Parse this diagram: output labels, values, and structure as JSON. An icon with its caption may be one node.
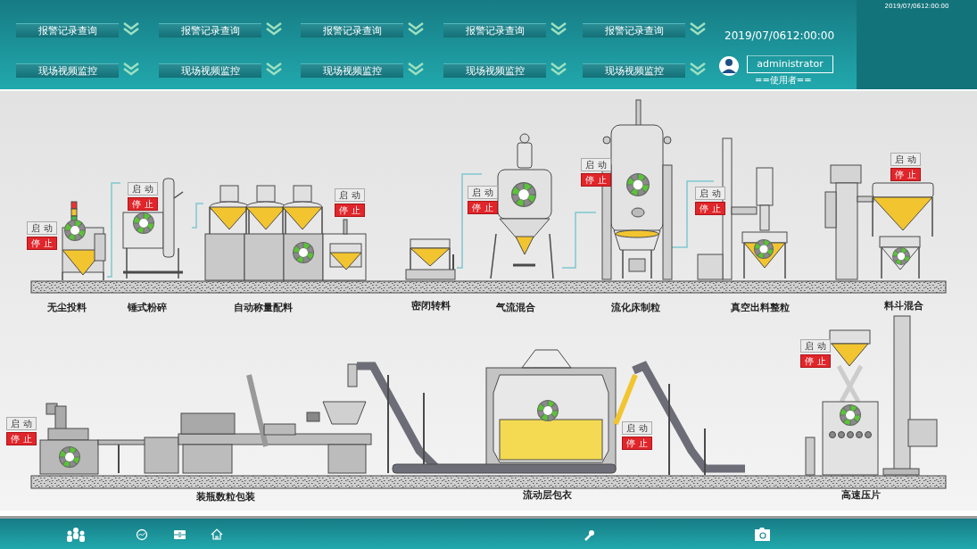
{
  "diagram": {
    "nodes": [
      {
        "text": [
          "无尘投料"
        ]
      },
      {
        "text": [
          "锤式粉碎"
        ]
      },
      {
        "text": [
          "自动称量配料"
        ]
      },
      {
        "text": [
          "密闭转料"
        ]
      },
      {
        "text": [
          "气流混合"
        ]
      },
      {
        "text": [
          "流化床制粒"
        ]
      },
      {
        "text": [
          "真空出料整粒"
        ]
      },
      {
        "text": [
          "料斗混合"
        ]
      },
      {
        "text": [
          "装瓶数粒包装"
        ]
      },
      {
        "text": [
          "流动层包衣"
        ]
      },
      {
        "text": [
          "高速压片"
        ]
      }
    ],
    "edges": [
      {
        "from": 0,
        "to": 1,
        "arrow": "none"
      },
      {
        "from": 1,
        "to": 2,
        "arrow": "none"
      },
      {
        "from": 3,
        "to": 4,
        "arrow": "none"
      },
      {
        "from": 4,
        "to": 5,
        "arrow": "none"
      },
      {
        "from": 5,
        "to": 6,
        "arrow": "none"
      }
    ],
    "labels": [
      "2019/07/0612:00:00",
      "报警记录查询",
      "报警记录查询",
      "报警记录查询",
      "报警记录查询",
      "报警记录查询",
      "2019/07/0612:00:00",
      "现场视频监控",
      "现场视频监控",
      "现场视频监控",
      "现场视频监控",
      "现场视频监控",
      "administrator",
      "==使用者==",
      "启 动",
      "停 止",
      "启 动",
      "停 止",
      "启 动",
      "停 止",
      "启 动",
      "停 止",
      "启 动",
      "停 止",
      "启 动",
      "停 止",
      "启 动",
      "停 止",
      "启 动",
      "停 止",
      "启 动",
      "停 止",
      "启 动",
      "停 止"
    ]
  }
}
